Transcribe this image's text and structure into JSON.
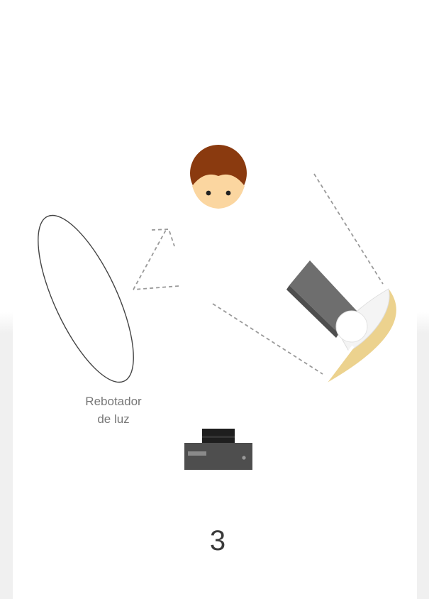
{
  "reflector": {
    "label_line1": "Rebotador",
    "label_line2": "de luz"
  },
  "step": {
    "number": "3"
  },
  "colors": {
    "hair": "#8a3a0f",
    "face": "#fbd6a0",
    "softbox_body": "#6e6e6e",
    "softbox_dish": "#ecd28e",
    "camera_body": "#4e4e4e",
    "dashed_lines": "#9a9a9a",
    "reflector_outline": "#444444"
  },
  "icons": {
    "subject": "person-head-icon",
    "light": "softbox-light-icon",
    "camera": "camera-icon",
    "reflector": "reflector-icon"
  }
}
